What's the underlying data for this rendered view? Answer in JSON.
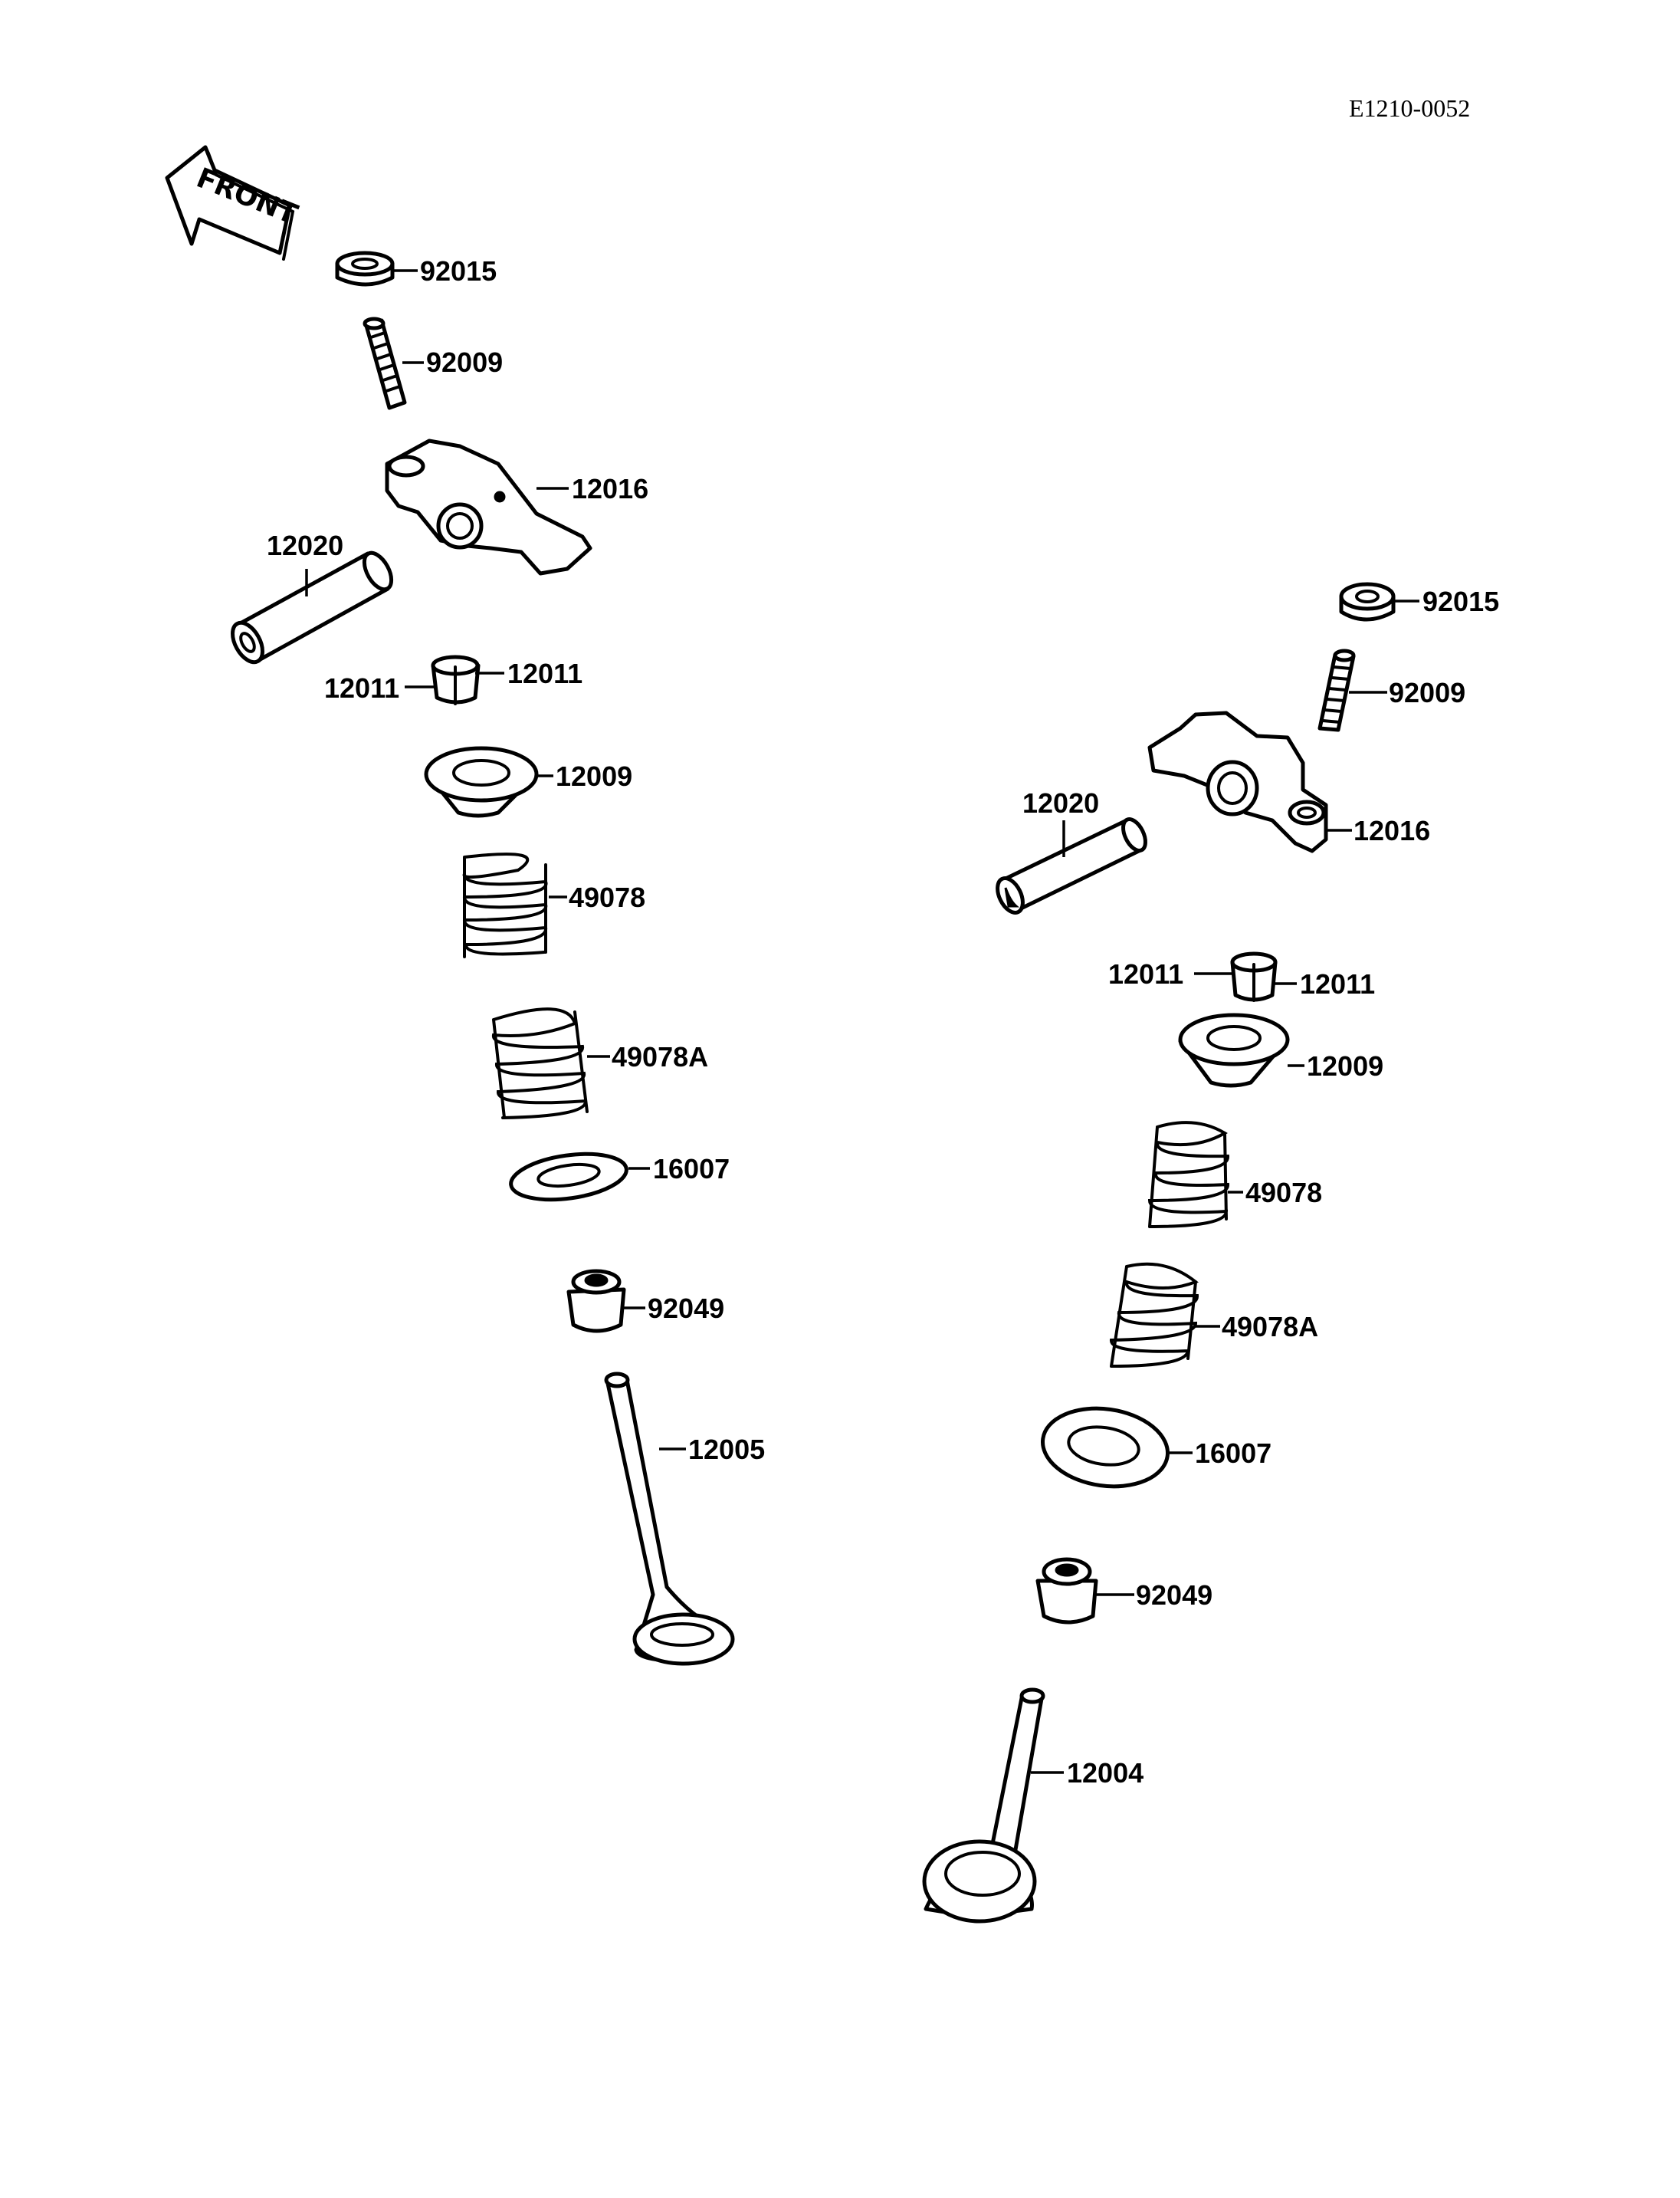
{
  "diagram_code": "E1210-0052",
  "direction_label": "FRONT",
  "left_assembly": {
    "nut": "92015",
    "adjusting_screw": "92009",
    "rocker_arm": "12016",
    "rocker_shaft": "12020",
    "cotter_a": "12011",
    "cotter_b": "12011",
    "retainer": "12009",
    "outer_spring": "49078",
    "inner_spring": "49078A",
    "spring_seat": "16007",
    "stem_seal": "92049",
    "valve": "12005"
  },
  "right_assembly": {
    "nut": "92015",
    "adjusting_screw": "92009",
    "rocker_arm": "12016",
    "rocker_shaft": "12020",
    "cotter_a": "12011",
    "cotter_b": "12011",
    "retainer": "12009",
    "outer_spring": "49078",
    "inner_spring": "49078A",
    "spring_seat": "16007",
    "stem_seal": "92049",
    "valve": "12004"
  }
}
